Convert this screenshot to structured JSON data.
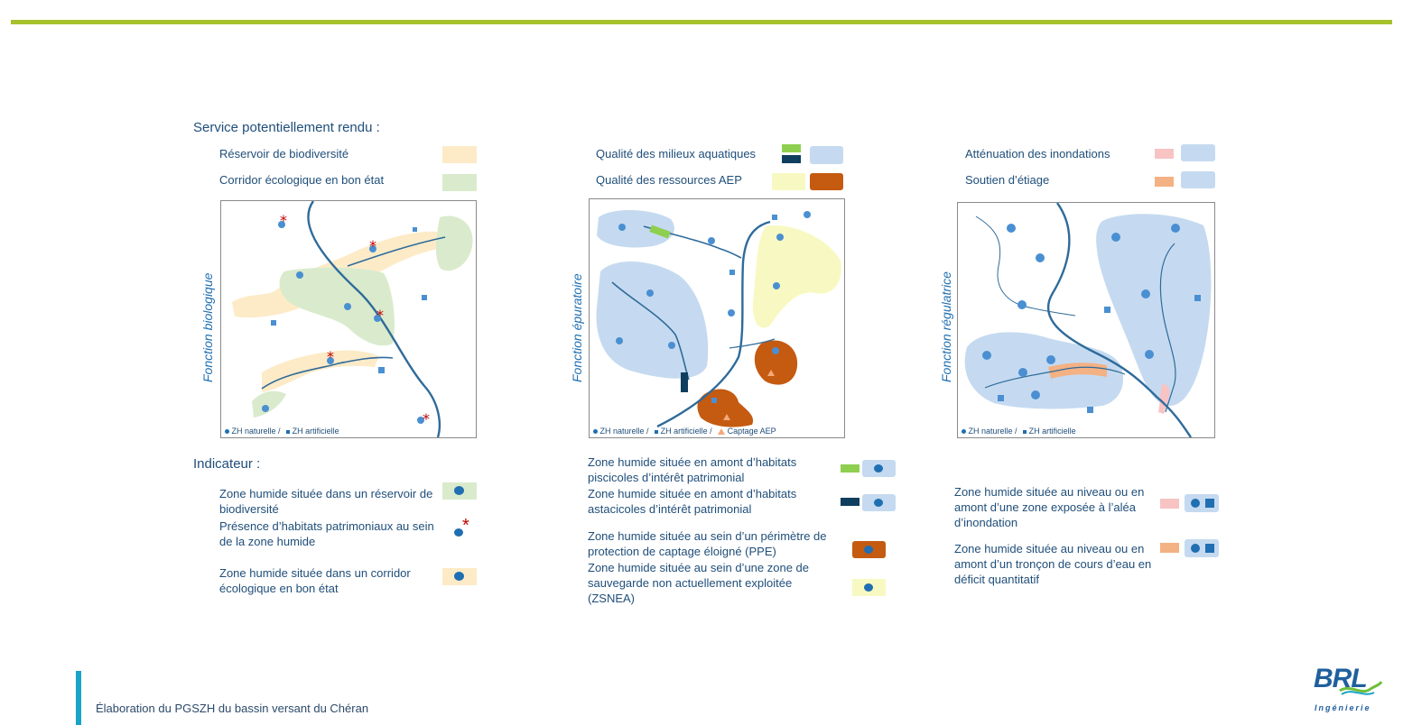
{
  "header": {
    "accent_color": "#a6c22b"
  },
  "service": {
    "title": "Service potentiellement rendu :",
    "col1": {
      "item1": "Réservoir de biodiversité",
      "item2": "Corridor écologique en bon état",
      "axis": "Fonction biologique",
      "legend_nat": "ZH naturelle /",
      "legend_art": "ZH artificielle"
    },
    "col2": {
      "item1": "Qualité des milieux aquatiques",
      "item2": "Qualité des ressources AEP",
      "axis": "Fonction épuratoire",
      "legend_nat": "ZH naturelle /",
      "legend_art": "ZH artificielle /",
      "legend_aep": "Captage AEP"
    },
    "col3": {
      "item1": "Atténuation des inondations",
      "item2": "Soutien d’étiage",
      "axis": "Fonction régulatrice",
      "legend_nat": "ZH naturelle /",
      "legend_art": "ZH artificielle"
    }
  },
  "indicateur": {
    "title": "Indicateur :",
    "col1": [
      "Zone humide située dans un réservoir de biodiversité",
      "Présence d’habitats patrimoniaux au sein de la zone humide",
      "Zone humide située dans un corridor écologique en bon état"
    ],
    "col2": [
      "Zone humide située en amont d’habitats piscicoles d’intérêt patrimonial",
      "Zone humide située en amont d’habitats astacicoles d’intérêt patrimonial",
      "Zone humide située au sein d’un périmètre de protection de captage éloigné (PPE)",
      "Zone humide située au sein d’une zone de sauvegarde non actuellement exploitée (ZSNEA)"
    ],
    "col3": [
      "Zone humide située au niveau ou en amont d’une zone exposée à l’aléa d’inondation",
      "Zone humide située au niveau ou en amont d’un tronçon de cours d’eau en déficit quantitatif"
    ]
  },
  "colors": {
    "reservoir": "#fdebc8",
    "corridor": "#d9ebcc",
    "aquatic_light": "#c5daf0",
    "green_bar": "#8fcf50",
    "navy_bar": "#0f3e5e",
    "aep_pale": "#f8f9c2",
    "ppe_orange": "#c55a11",
    "flood_pink": "#f7c3c3",
    "etiage_orange": "#f4b183",
    "blue_zone": "#c5daf0",
    "point_blue": "#1f6fb2",
    "star_red": "#c00000"
  },
  "footer": {
    "text": "Élaboration du PGSZH du bassin versant du Chéran"
  },
  "logo": {
    "text": "BRL",
    "subtext": "Ingénierie"
  }
}
